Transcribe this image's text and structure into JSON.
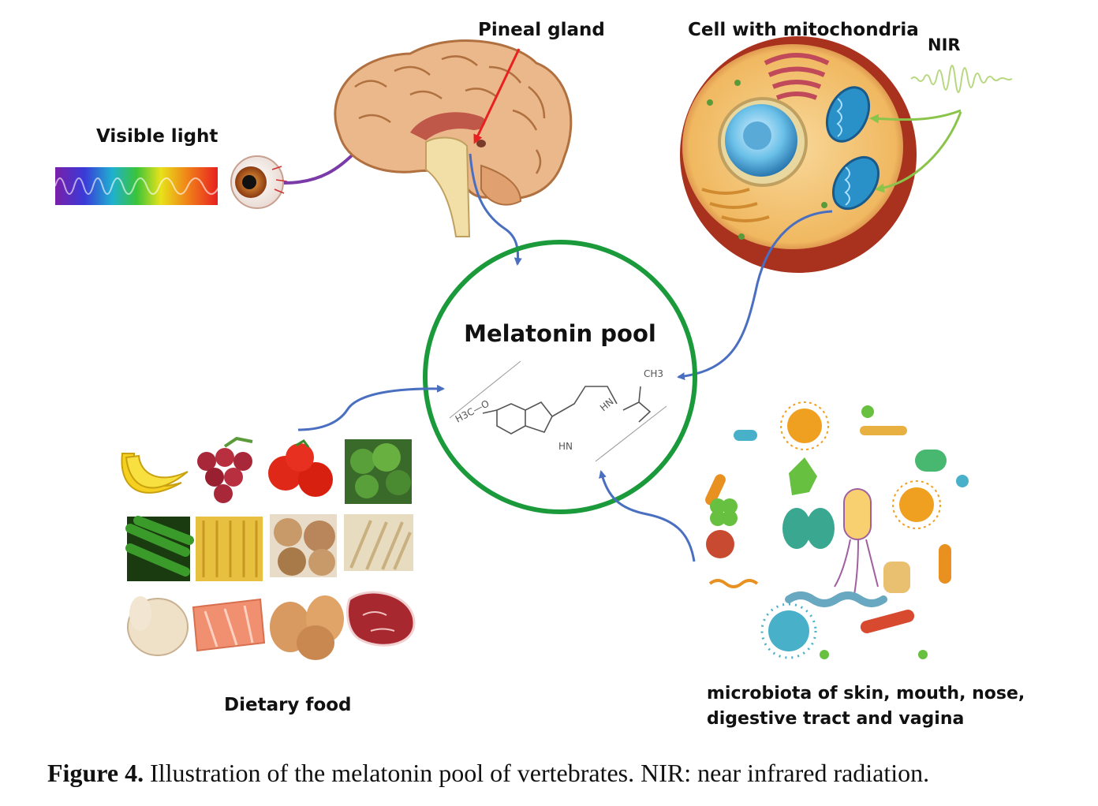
{
  "labels": {
    "visible_light": "Visible light",
    "pineal_gland": "Pineal gland",
    "cell_with_mitochondria": "Cell with mitochondria",
    "nir": "NIR",
    "melatonin_pool": "Melatonin pool",
    "dietary_food": "Dietary food",
    "microbiota": "microbiota of skin, mouth, nose, digestive tract and vagina"
  },
  "molecule": {
    "methoxy": "H3C—O",
    "amine": "HN",
    "amide": "HN",
    "methyl": "CH3"
  },
  "caption": {
    "label": "Figure 4.",
    "text": "Illustration of the melatonin pool of vertebrates. NIR: near infrared radiation."
  },
  "food_items": [
    "banana",
    "grapes",
    "tomatoes",
    "broccoli",
    "cucumbers",
    "corn",
    "bread",
    "wheat",
    "chicken",
    "salmon",
    "eggs",
    "meat"
  ],
  "colors": {
    "pool_circle": "#1a9a3a",
    "arrow_blue": "#4a6fc0",
    "arrow_purple": "#7a3aa8",
    "arrow_red": "#e82020",
    "arrow_green": "#8ac44a"
  }
}
